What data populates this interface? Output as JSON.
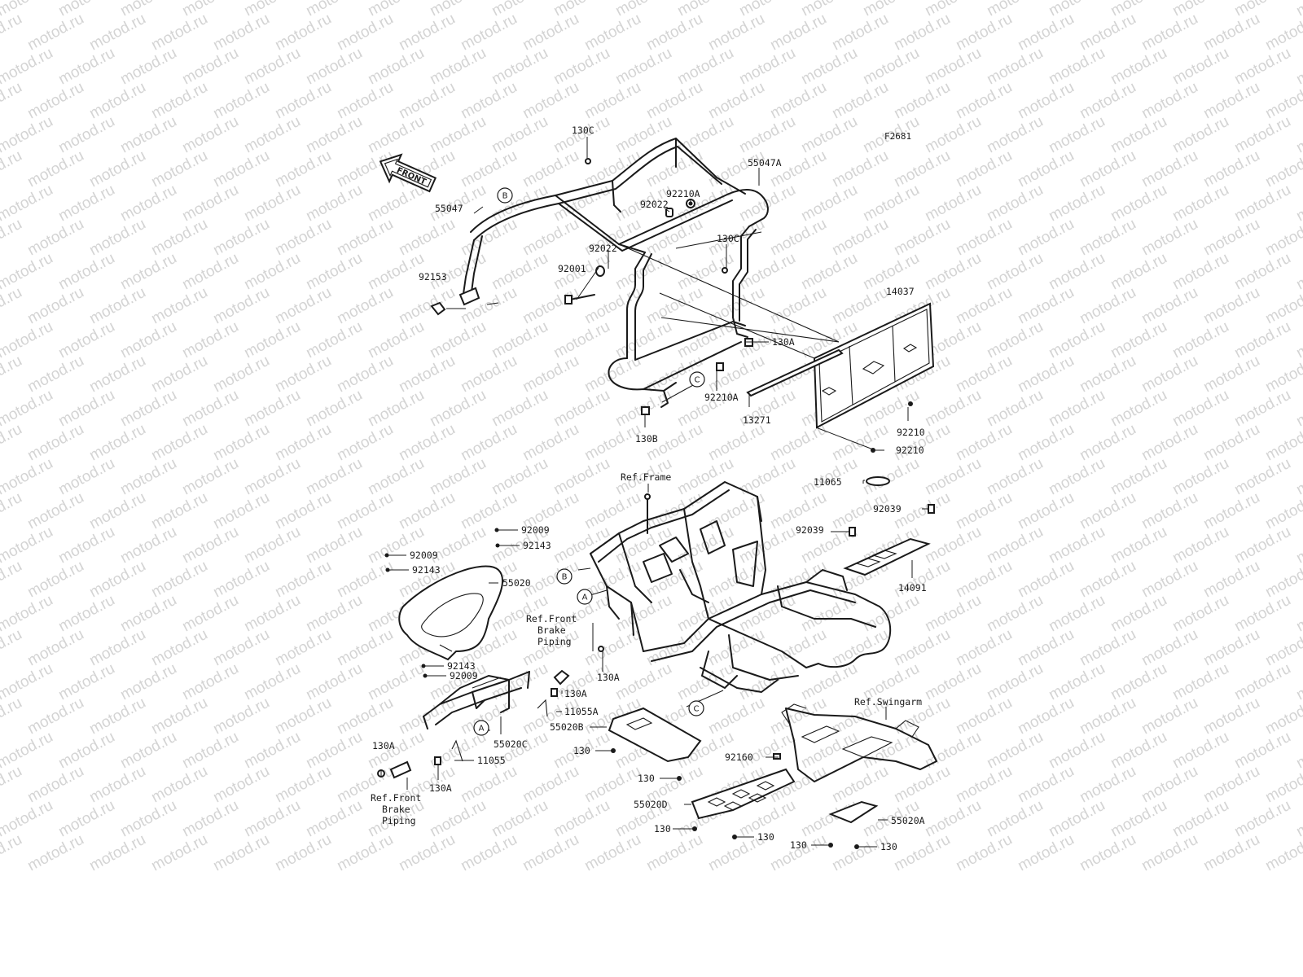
{
  "figure_code": "F2681",
  "watermark_text": "motod.ru",
  "front_arrow": {
    "text": "FRONT"
  },
  "callouts": [
    {
      "id": "130c-top",
      "text": "130C"
    },
    {
      "id": "55047a",
      "text": "55047A"
    },
    {
      "id": "92210a-top",
      "text": "92210A"
    },
    {
      "id": "92022-a",
      "text": "92022"
    },
    {
      "id": "92022-b",
      "text": "92022"
    },
    {
      "id": "55047",
      "text": "55047"
    },
    {
      "id": "92001",
      "text": "92001"
    },
    {
      "id": "130c-mid",
      "text": "130C"
    },
    {
      "id": "92153",
      "text": "92153"
    },
    {
      "id": "14037",
      "text": "14037"
    },
    {
      "id": "130a-rack",
      "text": "130A"
    },
    {
      "id": "92210a-low",
      "text": "92210A"
    },
    {
      "id": "13271",
      "text": "13271"
    },
    {
      "id": "130b",
      "text": "130B"
    },
    {
      "id": "92210-a",
      "text": "92210"
    },
    {
      "id": "92210-b",
      "text": "92210"
    },
    {
      "id": "11065",
      "text": "11065"
    },
    {
      "id": "92039-a",
      "text": "92039"
    },
    {
      "id": "92039-b",
      "text": "92039"
    },
    {
      "id": "14091",
      "text": "14091"
    },
    {
      "id": "92009-a",
      "text": "92009"
    },
    {
      "id": "92143-a",
      "text": "92143"
    },
    {
      "id": "92009-b",
      "text": "92009"
    },
    {
      "id": "92143-b",
      "text": "92143"
    },
    {
      "id": "55020",
      "text": "55020"
    },
    {
      "id": "92143-c",
      "text": "92143"
    },
    {
      "id": "92009-c",
      "text": "92009"
    },
    {
      "id": "130a-piping",
      "text": "130A"
    },
    {
      "id": "130a-bracket",
      "text": "130A"
    },
    {
      "id": "11055a",
      "text": "11055A"
    },
    {
      "id": "55020b",
      "text": "55020B"
    },
    {
      "id": "55020c",
      "text": "55020C"
    },
    {
      "id": "130-a",
      "text": "130"
    },
    {
      "id": "130a-left",
      "text": "130A"
    },
    {
      "id": "11055",
      "text": "11055"
    },
    {
      "id": "130a-low",
      "text": "130A"
    },
    {
      "id": "130-b",
      "text": "130"
    },
    {
      "id": "92160",
      "text": "92160"
    },
    {
      "id": "55020d",
      "text": "55020D"
    },
    {
      "id": "130-c",
      "text": "130"
    },
    {
      "id": "130-d",
      "text": "130"
    },
    {
      "id": "55020a",
      "text": "55020A"
    },
    {
      "id": "130-e",
      "text": "130"
    },
    {
      "id": "130-f",
      "text": "130"
    }
  ],
  "references": [
    {
      "id": "ref-frame",
      "lines": [
        "Ref.Frame"
      ]
    },
    {
      "id": "ref-piping-1",
      "lines": [
        "Ref.Front",
        "Brake",
        "Piping"
      ]
    },
    {
      "id": "ref-piping-2",
      "lines": [
        "Ref.Front",
        "Brake",
        "Piping"
      ]
    },
    {
      "id": "ref-swingarm",
      "lines": [
        "Ref.Swingarm"
      ]
    }
  ],
  "markers": [
    {
      "id": "b-1",
      "text": "B"
    },
    {
      "id": "c-1",
      "text": "C"
    },
    {
      "id": "b-2",
      "text": "B"
    },
    {
      "id": "a-1",
      "text": "A"
    },
    {
      "id": "c-2",
      "text": "C"
    },
    {
      "id": "a-2",
      "text": "A"
    }
  ]
}
